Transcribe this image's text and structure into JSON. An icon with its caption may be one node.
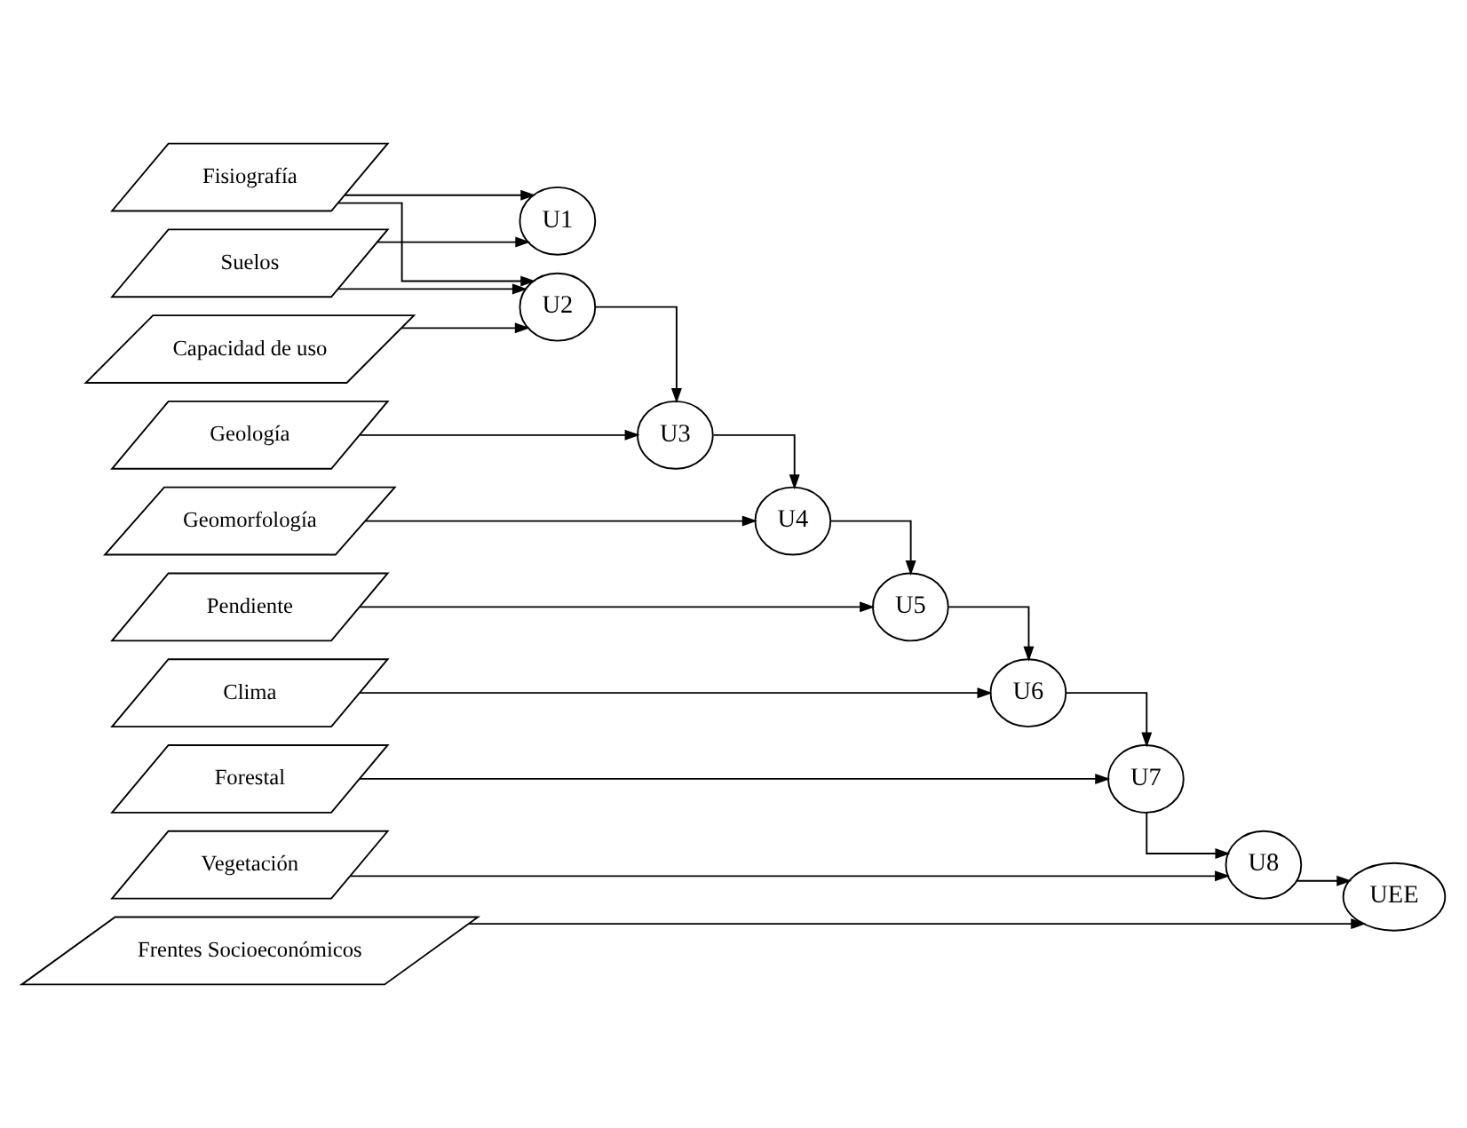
{
  "diagram": {
    "nodes": [
      {
        "text": [
          "Fisiografía"
        ]
      },
      {
        "text": [
          "Suelos"
        ]
      },
      {
        "text": [
          "Capacidad de uso"
        ]
      },
      {
        "text": [
          "U1"
        ]
      },
      {
        "text": [
          "U2"
        ]
      },
      {
        "text": [
          "Geología"
        ]
      },
      {
        "text": [
          "U3"
        ]
      },
      {
        "text": [
          "Geomorfología"
        ]
      },
      {
        "text": [
          "U4"
        ]
      },
      {
        "text": [
          "Pendiente"
        ]
      },
      {
        "text": [
          "U5"
        ]
      },
      {
        "text": [
          "Clima"
        ]
      },
      {
        "text": [
          "U6"
        ]
      },
      {
        "text": [
          "Forestal"
        ]
      },
      {
        "text": [
          "U7"
        ]
      },
      {
        "text": [
          "Vegetación"
        ]
      },
      {
        "text": [
          "U8"
        ]
      },
      {
        "text": [
          "Frentes Socioeconómicos"
        ]
      },
      {
        "text": [
          "UEE"
        ]
      }
    ],
    "edges": [
      {
        "from": 0,
        "to": 3,
        "arrow": "to"
      },
      {
        "from": 1,
        "to": 3,
        "arrow": "to"
      },
      {
        "from": 0,
        "to": 4,
        "arrow": "to"
      },
      {
        "from": 1,
        "to": 4,
        "arrow": "to"
      },
      {
        "from": 2,
        "to": 4,
        "arrow": "to"
      },
      {
        "from": 4,
        "to": 6,
        "arrow": "to"
      },
      {
        "from": 5,
        "to": 6,
        "arrow": "to"
      },
      {
        "from": 6,
        "to": 8,
        "arrow": "to"
      },
      {
        "from": 7,
        "to": 8,
        "arrow": "to"
      },
      {
        "from": 8,
        "to": 10,
        "arrow": "to"
      },
      {
        "from": 9,
        "to": 10,
        "arrow": "to"
      },
      {
        "from": 10,
        "to": 12,
        "arrow": "to"
      },
      {
        "from": 11,
        "to": 12,
        "arrow": "to"
      },
      {
        "from": 12,
        "to": 14,
        "arrow": "to"
      },
      {
        "from": 13,
        "to": 14,
        "arrow": "to"
      },
      {
        "from": 14,
        "to": 16,
        "arrow": "to"
      },
      {
        "from": 15,
        "to": 16,
        "arrow": "to"
      },
      {
        "from": 16,
        "to": 18,
        "arrow": "to"
      },
      {
        "from": 17,
        "to": 18,
        "arrow": "to"
      }
    ]
  }
}
